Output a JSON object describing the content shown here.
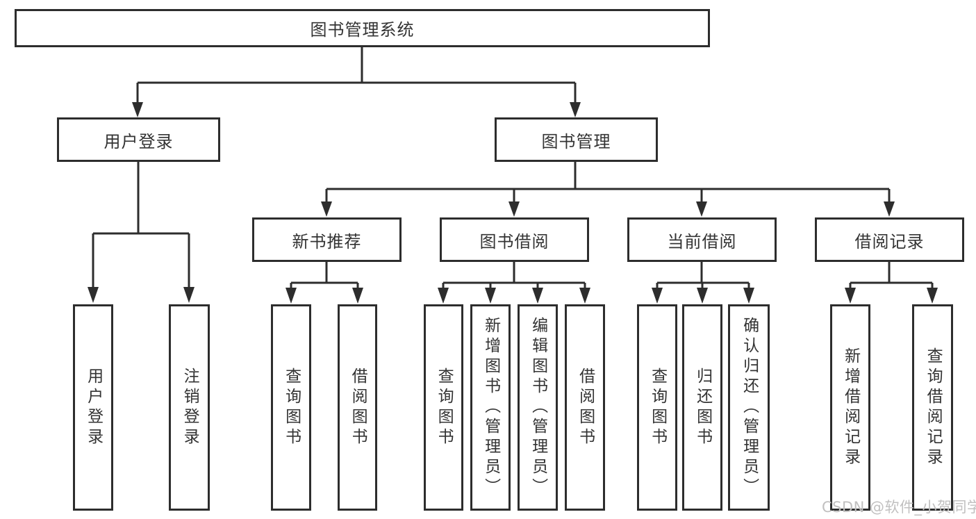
{
  "tree": {
    "label": "图书管理系统",
    "children": [
      {
        "label": "用户登录",
        "children": [
          {
            "label": "用户登录"
          },
          {
            "label": "注销登录"
          }
        ]
      },
      {
        "label": "图书管理",
        "children": [
          {
            "label": "新书推荐",
            "children": [
              {
                "label": "查询图书"
              },
              {
                "label": "借阅图书"
              }
            ]
          },
          {
            "label": "图书借阅",
            "children": [
              {
                "label": "查询图书"
              },
              {
                "label": "新增图书（管理员）"
              },
              {
                "label": "编辑图书（管理员）"
              },
              {
                "label": "借阅图书"
              }
            ]
          },
          {
            "label": "当前借阅",
            "children": [
              {
                "label": "查询图书"
              },
              {
                "label": "归还图书"
              },
              {
                "label": "确认归还（管理员）"
              }
            ]
          },
          {
            "label": "借阅记录",
            "children": [
              {
                "label": "新增借阅记录"
              },
              {
                "label": "查询借阅记录"
              }
            ]
          }
        ]
      }
    ]
  },
  "watermark": "CSDN @软件_小贺同学",
  "colors": {
    "line": "#2d2d2d",
    "box_border": "#2d2d2d",
    "text": "#333333",
    "watermark": "#c1c0c0",
    "background": "#ffffff"
  }
}
